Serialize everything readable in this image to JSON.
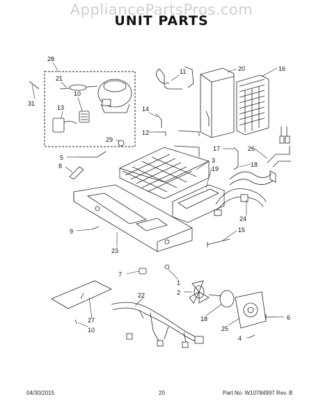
{
  "watermark": "AppliancePartsPros.com",
  "title": "UNIT  PARTS",
  "footer": {
    "date": "04/30/2015",
    "page": "20",
    "part_no": "Part No.   W10784997   Rev.  B"
  },
  "callouts": {
    "c28": "28",
    "c21": "21",
    "c10a": "10",
    "c13": "13",
    "c29": "29",
    "c31": "31",
    "c11": "11",
    "c20": "20",
    "c16": "16",
    "c14": "14",
    "c12": "12",
    "c5": "5",
    "c17": "17",
    "c26": "26",
    "c18a": "18",
    "c3": "3",
    "c19": "19",
    "c8": "8",
    "c24": "24",
    "c9": "9",
    "c15": "15",
    "c23": "23",
    "c7": "7",
    "c1": "1",
    "c2": "2",
    "c22": "22",
    "c18b": "18",
    "c6": "6",
    "c27": "27",
    "c25": "25",
    "c10b": "10",
    "c4": "4"
  }
}
